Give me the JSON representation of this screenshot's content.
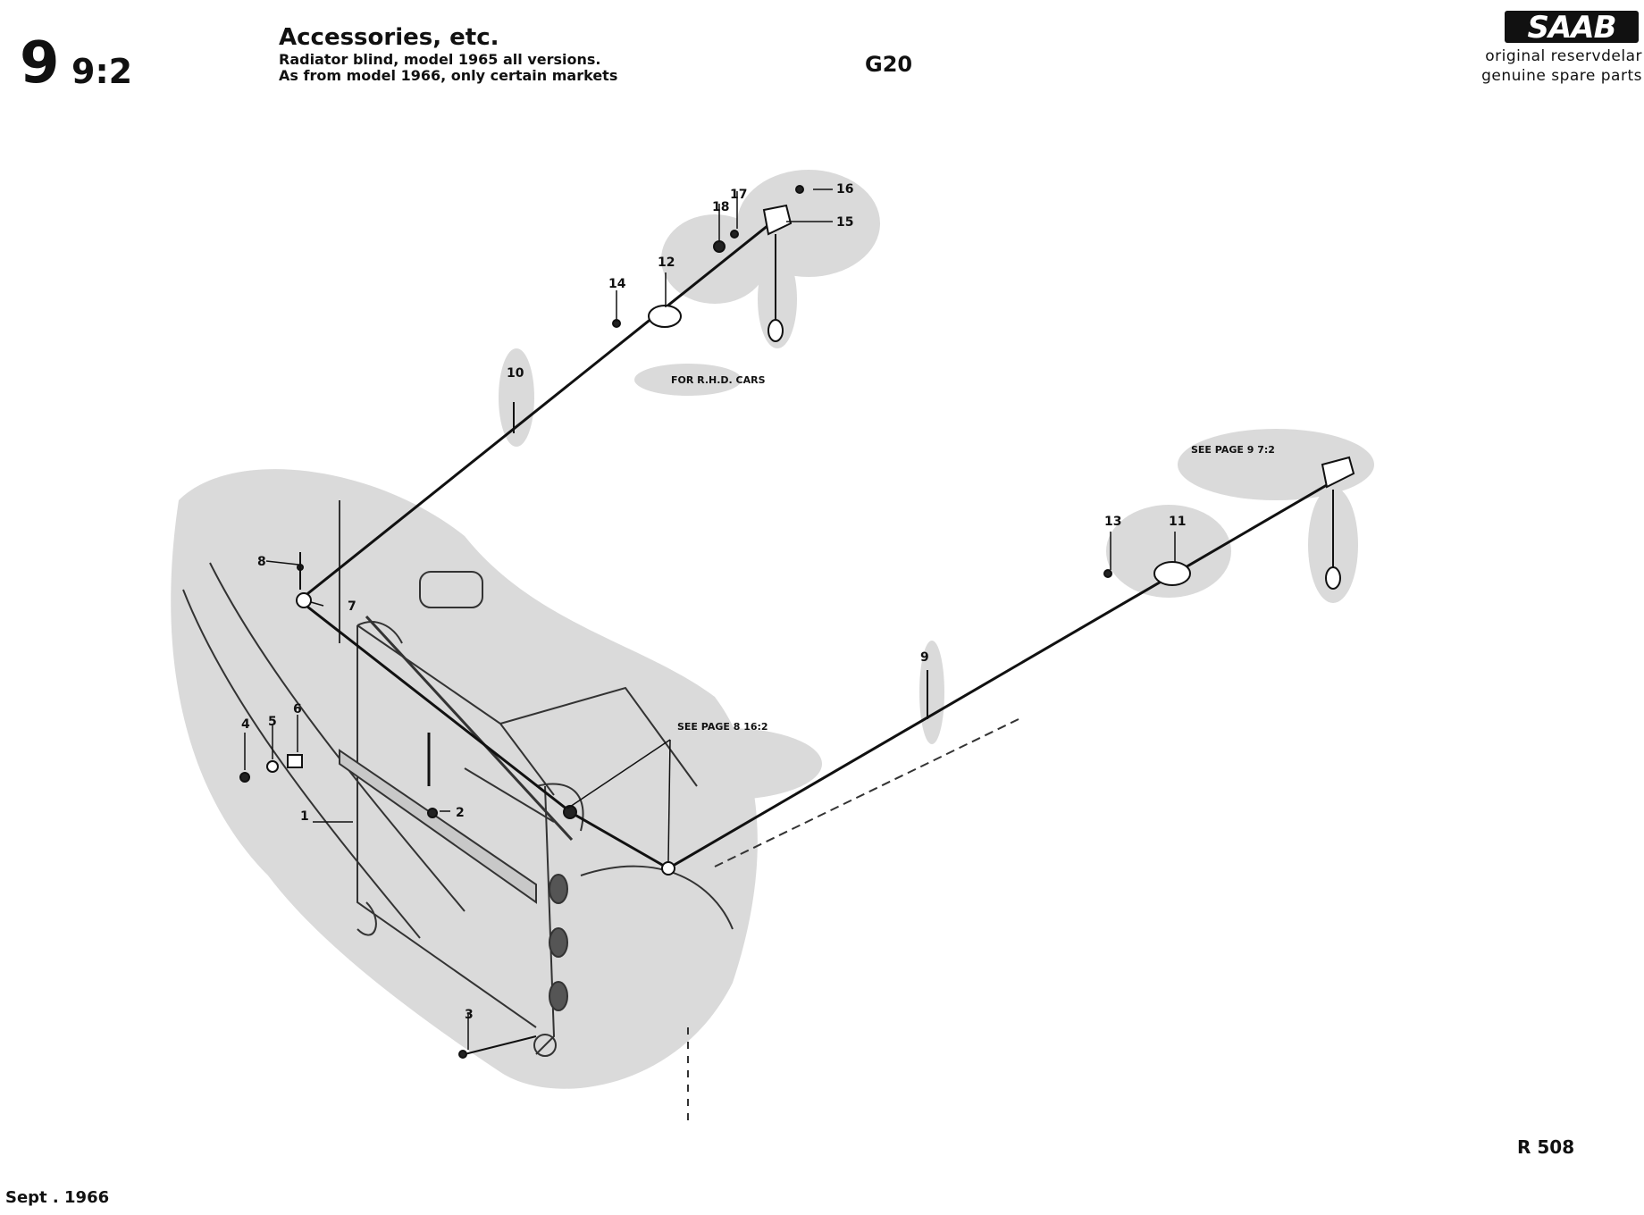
{
  "header": {
    "section_major": "9",
    "section_minor": "9:2",
    "title": "Accessories, etc.",
    "subtitle_1": "Radiator blind, model 1965 all versions.",
    "subtitle_2": "As from model 1966, only certain markets",
    "page_code": "G20",
    "logo_text": "SAAB",
    "tagline_1": "original reservdelar",
    "tagline_2": "genuine spare parts"
  },
  "diagram": {
    "part_numbers": [
      "1",
      "2",
      "3",
      "4",
      "5",
      "6",
      "7",
      "8",
      "9",
      "10",
      "11",
      "12",
      "13",
      "14",
      "15",
      "16",
      "17",
      "18"
    ],
    "notes": {
      "rhd": "FOR R.H.D. CARS",
      "see_page_972": "SEE PAGE  9  7:2",
      "see_page_8162": "SEE PAGE  8  16:2"
    }
  },
  "footer": {
    "drawing_code": "R 508",
    "date": "Sept .  1966"
  }
}
